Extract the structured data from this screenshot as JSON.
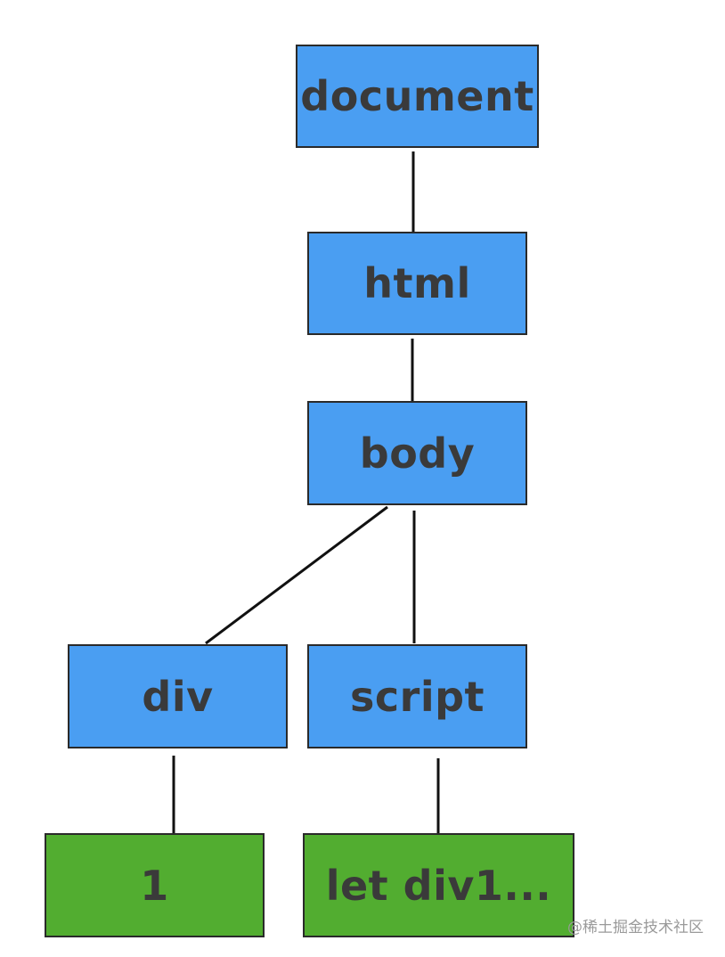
{
  "diagram": {
    "nodes": [
      {
        "id": "document",
        "label": "document",
        "kind": "element"
      },
      {
        "id": "html",
        "label": "html",
        "kind": "element"
      },
      {
        "id": "body",
        "label": "body",
        "kind": "element"
      },
      {
        "id": "div",
        "label": "div",
        "kind": "element"
      },
      {
        "id": "script",
        "label": "script",
        "kind": "element"
      },
      {
        "id": "text1",
        "label": "1",
        "kind": "text"
      },
      {
        "id": "text2",
        "label": "let div1...",
        "kind": "text"
      }
    ],
    "edges": [
      {
        "from": "document",
        "to": "html"
      },
      {
        "from": "html",
        "to": "body"
      },
      {
        "from": "body",
        "to": "div"
      },
      {
        "from": "body",
        "to": "script"
      },
      {
        "from": "div",
        "to": "text1"
      },
      {
        "from": "script",
        "to": "text2"
      }
    ],
    "colors": {
      "element": "#4a9ef2",
      "text": "#52ad30",
      "border": "#2a2a2a",
      "label": "#3a3a3a",
      "line": "#111111"
    }
  },
  "watermark": "@稀土掘金技术社区"
}
